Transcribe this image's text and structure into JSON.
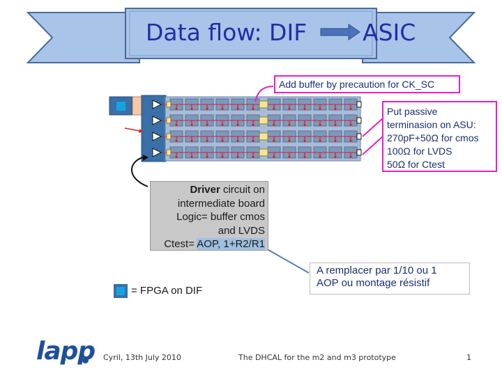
{
  "title": {
    "left": "Data flow: DIF",
    "right": "ASIC"
  },
  "callouts": {
    "buffer": "Add buffer by precaution for CK_SC",
    "termination": [
      "Put passive",
      "terminasion on ASU:",
      "270pF+50Ω for cmos",
      "100Ω for LVDS",
      "50Ω for Ctest"
    ]
  },
  "driver": {
    "bold": "Driver",
    "line1_rest": " circuit on",
    "line2": "intermediate board",
    "line3": "Logic= buffer cmos",
    "line4": "and LVDS",
    "line5_pre": "Ctest= ",
    "line5_hl": "AOP, 1+R2/R1"
  },
  "remplacer": [
    "A remplacer par 1/10 ou 1",
    "AOP ou montage résistif"
  ],
  "legend": {
    "label": "= FPGA on DIF"
  },
  "footer": {
    "left": "Cyril, 13th July 2010",
    "center": "The DHCAL for the m2 and m3 prototype",
    "page": "1"
  },
  "logo": "lapp",
  "colors": {
    "title": "#1f2ea8",
    "banner_fill": "#a8c4e8",
    "banner_stroke": "#4a6a9a",
    "callout_border": "#e81ec8",
    "signal": "#e02020",
    "board": "#a9bcd6"
  }
}
